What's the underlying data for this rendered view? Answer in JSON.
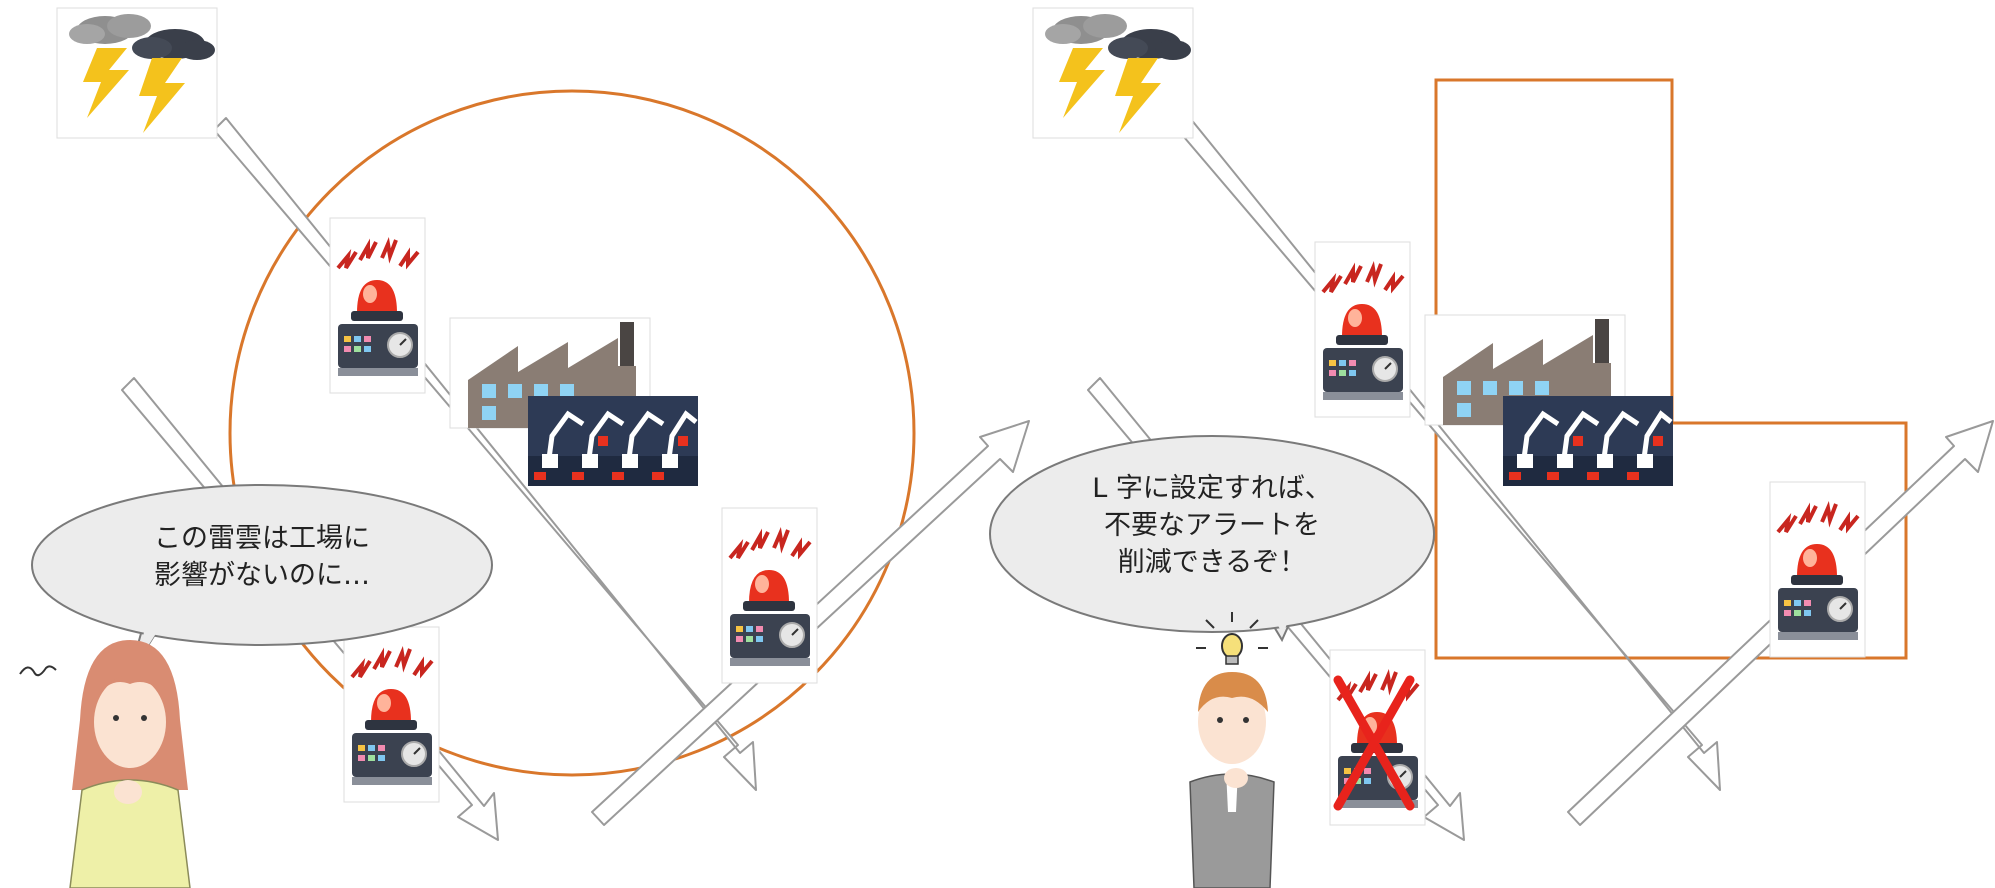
{
  "left_panel": {
    "speech_bubble": {
      "lines": [
        "この雷雲は工場に",
        "影響がないのに…"
      ]
    },
    "area_shape": "circle"
  },
  "right_panel": {
    "speech_bubble": {
      "lines": [
        "L 字に設定すれば、",
        "不要なアラートを",
        "削減できるぞ！"
      ]
    },
    "area_shape": "L-shape"
  },
  "colors": {
    "area_outline": "#d9772b",
    "arrow_outline": "#9a9a9a",
    "alarm_red": "#e8311e",
    "cross_red": "#e8231c",
    "factory_gray": "#8a7d74",
    "woman_shirt": "#eef0a8",
    "woman_hair": "#d98c72",
    "man_suit": "#9a9a9a"
  },
  "icons": [
    "thunderstorm-cloud-icon",
    "alarm-device-icon",
    "factory-icon",
    "robot-arm-line-icon",
    "thinking-woman-figure",
    "thinking-man-figure",
    "lightbulb-icon",
    "red-cross-icon"
  ]
}
